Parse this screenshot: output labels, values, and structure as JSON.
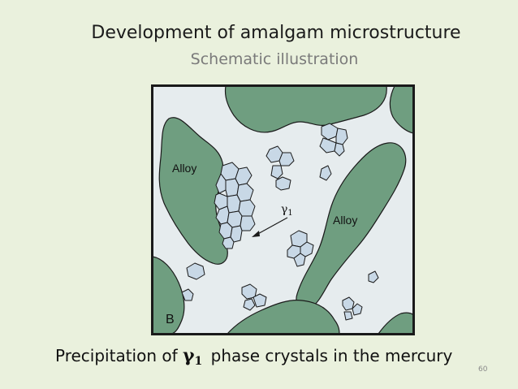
{
  "slide": {
    "title": "Development of amalgam microstructure",
    "subtitle": "Schematic illustration",
    "caption_before": "Precipitation of",
    "caption_gamma": "γ",
    "caption_sub": "1",
    "caption_after": "phase crystals in the mercury",
    "page_number": "60"
  },
  "figure": {
    "labels": {
      "alloy_left": "Alloy",
      "alloy_right": "Alloy",
      "gamma": "γ",
      "gamma_sub": "1",
      "panel": "B"
    },
    "colors": {
      "alloy_fill": "#6f9e80",
      "mercury_fill": "#e6ecee",
      "crystal_fill": "#c8d8e6",
      "outline": "#1a1a1a"
    }
  }
}
